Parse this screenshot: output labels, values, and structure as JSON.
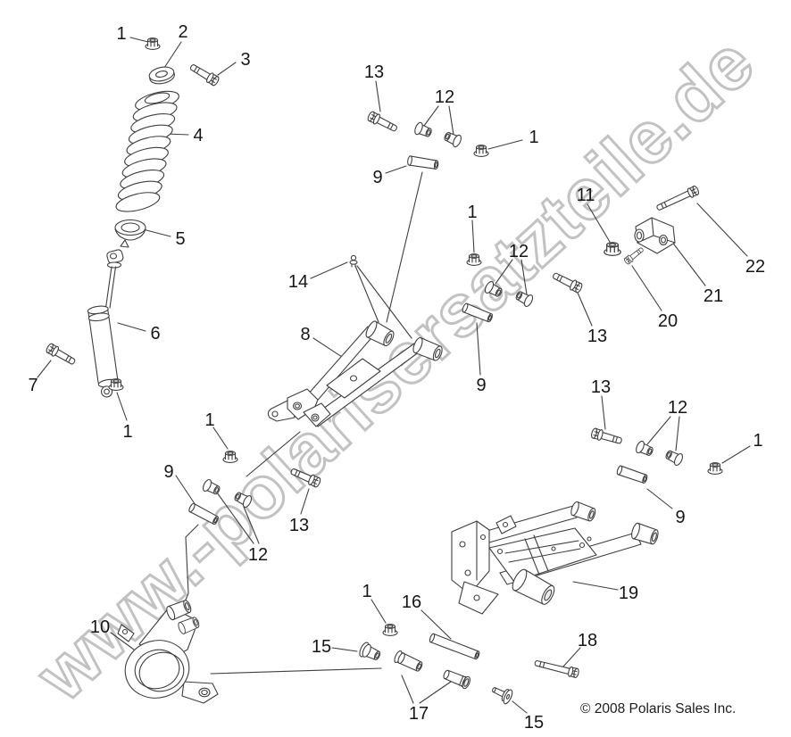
{
  "watermark": {
    "text": "www.-polarisersatzteile.de",
    "outline_color": "#c2c2c2",
    "fill_color": "#ffffff"
  },
  "footer": {
    "copyright": "© 2008 Polaris Sales Inc."
  },
  "diagram": {
    "line_color": "#3f3f3f",
    "label_color": "#161616",
    "callouts": [
      "1",
      "2",
      "3",
      "4",
      "5",
      "6",
      "7",
      "1",
      "1",
      "9",
      "12",
      "13",
      "10",
      "14",
      "8",
      "13",
      "12",
      "9",
      "1",
      "1",
      "12",
      "9",
      "13",
      "11",
      "20",
      "21",
      "22",
      "13",
      "12",
      "1",
      "9",
      "19",
      "1",
      "16",
      "15",
      "17",
      "18",
      "15"
    ]
  }
}
